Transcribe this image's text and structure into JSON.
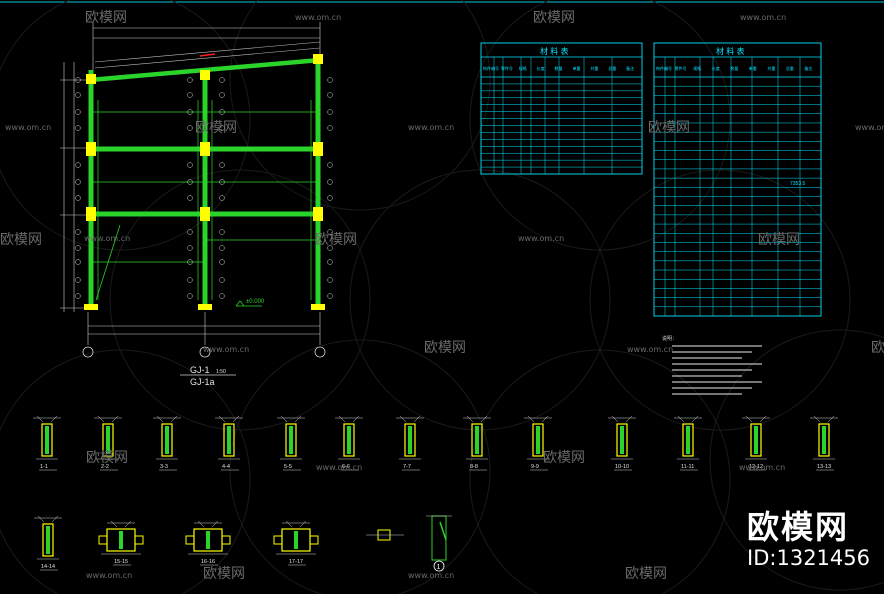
{
  "frame": {
    "title": "GJ-1",
    "scale": "1:50",
    "subtitle": "GJ-1a",
    "elevation_label": "±0.000"
  },
  "tables": [
    {
      "title": "材  料  表",
      "headers": [
        "构件编号",
        "零件号",
        "规格",
        "长度",
        "数量",
        "单重",
        "共重",
        "总重",
        "备注"
      ]
    },
    {
      "title": "材  料  表",
      "headers": [
        "构件编号",
        "零件号",
        "规格",
        "长度",
        "数量",
        "单重",
        "共重",
        "总重",
        "备注"
      ]
    }
  ],
  "table2_total": "7353.5",
  "notes_title": "说明：",
  "section_labels_row1": [
    "1-1",
    "2-2",
    "3-3",
    "4-4",
    "5-5",
    "6-6",
    "7-7",
    "8-8",
    "9-9",
    "10-10",
    "11-11",
    "12-12",
    "13-13"
  ],
  "section_labels_row2": [
    "14-14",
    "15-15",
    "16-16",
    "17-17"
  ],
  "detail_label": "1",
  "watermark": {
    "url": "www.om.cn",
    "brand": "欧模网",
    "id": "ID:1321456"
  },
  "colors": {
    "background": "#000000",
    "member": "#2bd42b",
    "dimension": "#d9d9d9",
    "table": "#00e5ff",
    "joint": "#ffff00",
    "annotation": "#ff2020"
  }
}
